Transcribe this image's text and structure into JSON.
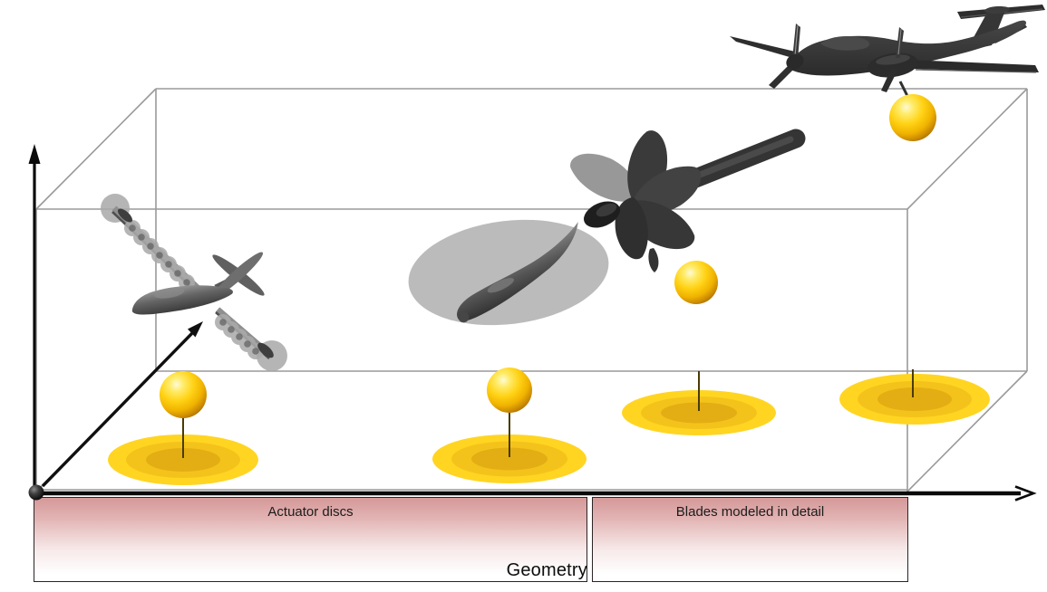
{
  "axes": {
    "x_label": "Geometry"
  },
  "regions": [
    {
      "label": "Actuator discs"
    },
    {
      "label": "Blades modeled in detail"
    }
  ],
  "icons": {
    "level1": "distributed-propulsion-aircraft",
    "level2": "actuator-disc-with-nacelle",
    "level3": "detailed-propeller",
    "level4": "twin-turboprop-aircraft",
    "marker": "gold-sphere",
    "ground_marker": "gold-actuator-disc",
    "origin": "origin-ball",
    "pointer": "diagonal-arrow"
  },
  "counts": {
    "gold_spheres": 4,
    "gold_discs": 4,
    "fidelity_levels": 4
  },
  "colors": {
    "gold_sphere": "#FFD215",
    "disc_outer": "#FFD522",
    "disc_mid": "#F4C31B",
    "disc_inner": "#E3AE13",
    "region_pink_top": "#D59898",
    "wireframe_gray": "#9A9A9A",
    "aircraft_dark": "#353535",
    "aircraft_light": "#9A9A9A",
    "axis_black": "#0A0A0A"
  }
}
